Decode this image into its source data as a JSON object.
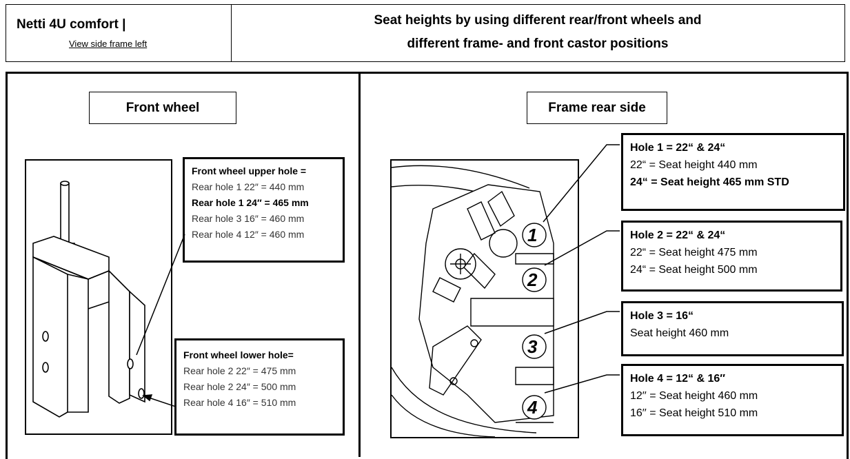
{
  "header": {
    "title": "Netti 4U comfort |",
    "link": "View side frame left",
    "main_line1": "Seat heights by using different rear/front wheels and",
    "main_line2": "different frame- and front castor positions"
  },
  "front": {
    "label": "Front wheel",
    "upper": {
      "heading": "Front wheel upper hole =",
      "lines": [
        "Rear hole 1 22″ = 440 mm",
        "Rear hole 1 24″ = 465 mm",
        "Rear hole 3 16″ = 460 mm",
        "Rear hole 4 12″ = 460 mm"
      ]
    },
    "lower": {
      "heading": "Front wheel lower hole=",
      "lines": [
        "Rear hole 2 22″ = 475 mm",
        "Rear hole 2 24″ = 500 mm",
        "Rear hole 4 16″ = 510 mm"
      ]
    }
  },
  "rear": {
    "label": "Frame rear side",
    "numbers": [
      "1",
      "2",
      "3",
      "4"
    ],
    "holes": [
      {
        "heading": "Hole 1 = 22“ & 24“",
        "lines": [
          "22“ = Seat height 440 mm",
          "24“ = Seat height 465 mm STD"
        ]
      },
      {
        "heading": "Hole 2 = 22“ & 24“",
        "lines": [
          "22“ = Seat height 475 mm",
          "24“ = Seat height 500 mm"
        ]
      },
      {
        "heading": "Hole 3 = 16“",
        "lines": [
          "Seat height 460 mm"
        ]
      },
      {
        "heading": "Hole 4 = 12“ & 16′′",
        "lines": [
          "12′′ = Seat height 460 mm",
          "16′′ = Seat height 510 mm"
        ]
      }
    ]
  }
}
